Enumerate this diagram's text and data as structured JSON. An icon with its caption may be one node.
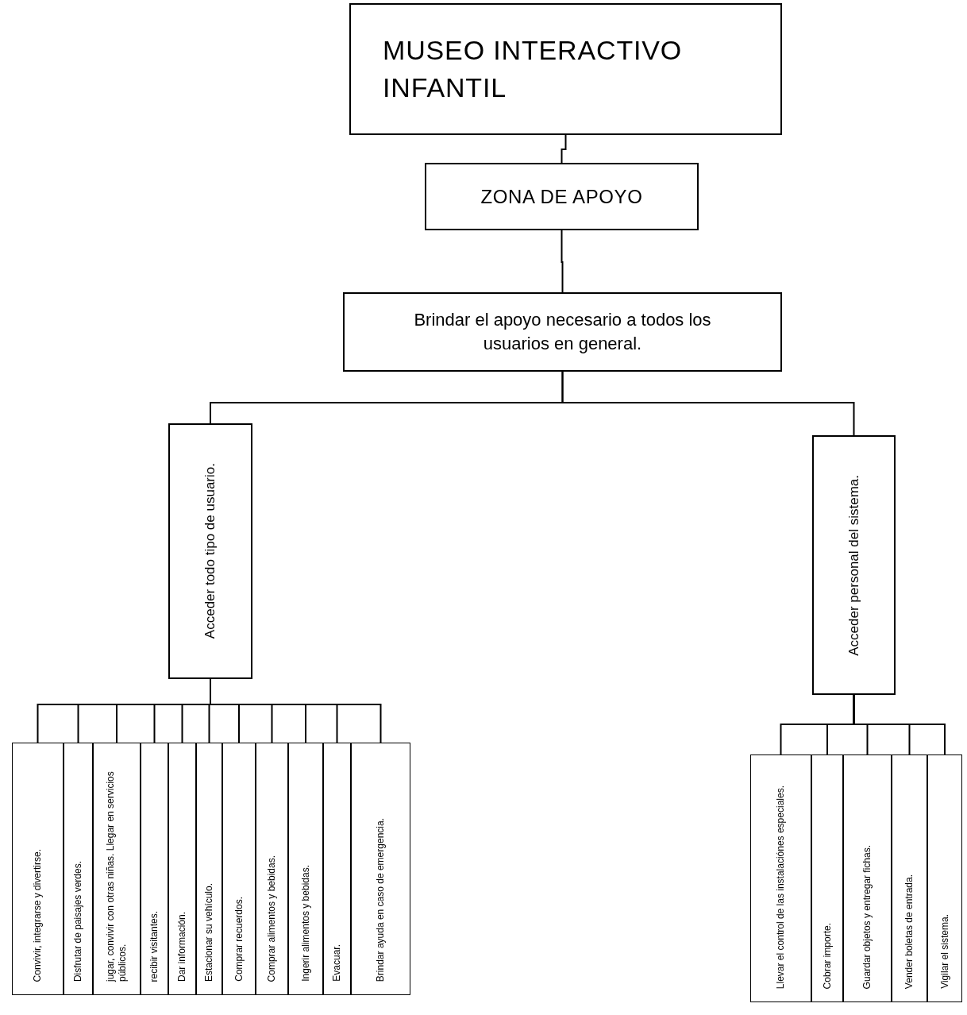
{
  "diagram": {
    "nodes": [
      {
        "text": [
          "MUSEO INTERACTIVO INFANTIL"
        ]
      },
      {
        "text": [
          "ZONA DE APOYO"
        ]
      },
      {
        "text": [
          "Brindar el apoyo necesario a todos los usuarios en general."
        ]
      },
      {
        "text": [
          "Acceder todo tipo de usuario."
        ]
      },
      {
        "text": [
          "Acceder personal del sistema."
        ]
      },
      {
        "text": [
          "Convivir, integrarse y divertirse."
        ]
      },
      {
        "text": [
          "Disfrutar de paisajes verdes."
        ]
      },
      {
        "text": [
          "jugar, convivir con otras niñas. Llegar en servicios públicos."
        ]
      },
      {
        "text": [
          "recibir visitantes."
        ]
      },
      {
        "text": [
          "Dar información."
        ]
      },
      {
        "text": [
          "Estacionar su vehículo."
        ]
      },
      {
        "text": [
          "Comprar recuerdos."
        ]
      },
      {
        "text": [
          "Comprar alimentos y bebidas."
        ]
      },
      {
        "text": [
          "Ingerir alimentos y bebidas."
        ]
      },
      {
        "text": [
          "Evacuar."
        ]
      },
      {
        "text": [
          "Brindar ayuda en caso de emergencia."
        ]
      },
      {
        "text": [
          "Llevar el control de las instalaciónes especiales."
        ]
      },
      {
        "text": [
          "Cobrar importe."
        ]
      },
      {
        "text": [
          "Guardar objetos y entregar fichas."
        ]
      },
      {
        "text": [
          "Vender boletas de entrada."
        ]
      },
      {
        "text": [
          "Vigilar el sistema."
        ]
      }
    ],
    "edges": [
      {
        "from": 0,
        "to": 1,
        "arrow": "none"
      },
      {
        "from": 1,
        "to": 2,
        "arrow": "none"
      },
      {
        "from": 2,
        "to": 3,
        "arrow": "none"
      },
      {
        "from": 2,
        "to": 4,
        "arrow": "none"
      },
      {
        "from": 3,
        "to": 5,
        "arrow": "none"
      },
      {
        "from": 3,
        "to": 6,
        "arrow": "none"
      },
      {
        "from": 3,
        "to": 7,
        "arrow": "none"
      },
      {
        "from": 3,
        "to": 8,
        "arrow": "none"
      },
      {
        "from": 3,
        "to": 9,
        "arrow": "none"
      },
      {
        "from": 3,
        "to": 10,
        "arrow": "none"
      },
      {
        "from": 3,
        "to": 11,
        "arrow": "none"
      },
      {
        "from": 3,
        "to": 12,
        "arrow": "none"
      },
      {
        "from": 3,
        "to": 13,
        "arrow": "none"
      },
      {
        "from": 3,
        "to": 14,
        "arrow": "none"
      },
      {
        "from": 3,
        "to": 15,
        "arrow": "none"
      },
      {
        "from": 4,
        "to": 16,
        "arrow": "none"
      },
      {
        "from": 4,
        "to": 17,
        "arrow": "none"
      },
      {
        "from": 4,
        "to": 18,
        "arrow": "none"
      },
      {
        "from": 4,
        "to": 19,
        "arrow": "none"
      },
      {
        "from": 4,
        "to": 20,
        "arrow": "none"
      }
    ]
  }
}
